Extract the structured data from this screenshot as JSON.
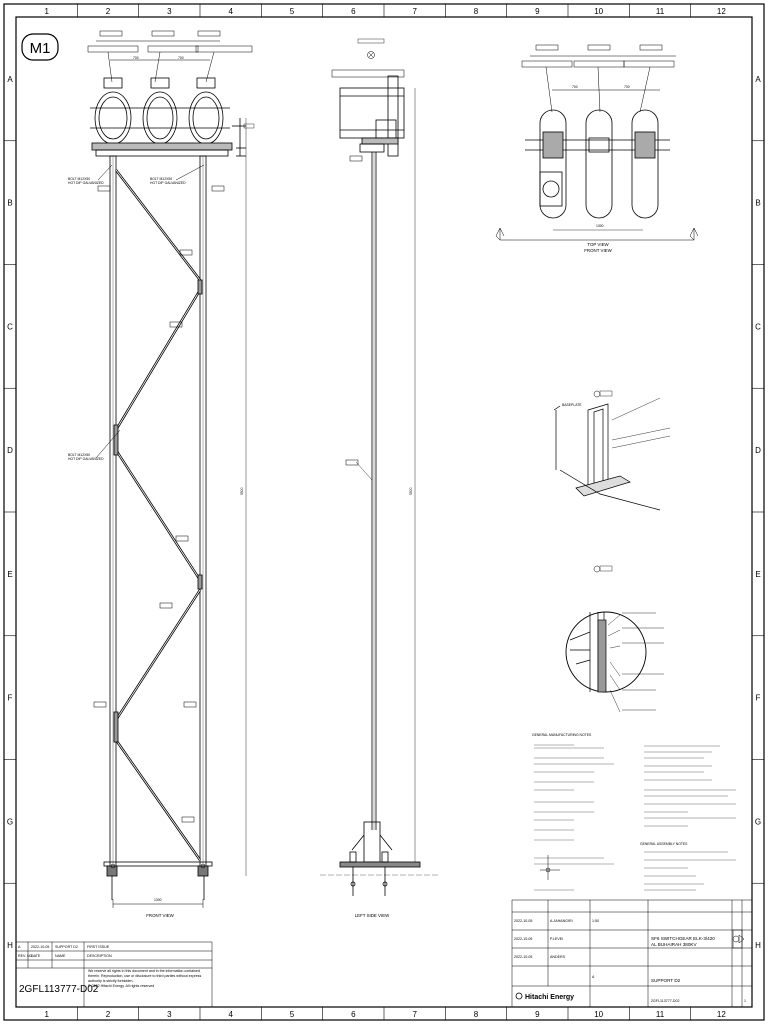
{
  "sheet_id": "M1",
  "frame": {
    "columns": [
      "1",
      "2",
      "3",
      "4",
      "5",
      "6",
      "7",
      "8",
      "9",
      "10",
      "11",
      "12"
    ],
    "rows": [
      "A",
      "B",
      "C",
      "D",
      "E",
      "F",
      "G",
      "H"
    ]
  },
  "views": {
    "front": "FRONT VIEW",
    "left_side": "LEFT SIDE VIEW",
    "top": "TOP VIEW",
    "top_ref": "FRONT VIEW"
  },
  "notes": {
    "bolt_hot_dip_1": "BOLT M12X50",
    "bolt_hot_dip_1b": "HOT DIP GALVANIZED",
    "bolt_hot_dip_2": "BOLT M12X50",
    "bolt_hot_dip_2b": "HOT DIP GALVANIZED",
    "bolt_mid": "BOLT M12X50",
    "bolt_mid_b": "HOT DIP GALVANIZED"
  },
  "legend_title": "GENERAL MANUFACTURING NOTES",
  "legend_title_2": "GENERAL ASSEMBLY NOTES",
  "title_block": {
    "drawing_number": "2GFL113777-D02",
    "rev_rows": [
      {
        "rev": "A",
        "date": "2022-10-05",
        "desc": "SUPPORT D2",
        "note": "FIRST ISSUE"
      }
    ],
    "rev_headers": [
      "REV. NO.",
      "DATE",
      "NAME",
      "DESCRIPTION"
    ],
    "copyright": "We reserve all rights in this document and in the information contained therein. Reproduction, use or disclosure to third parties without express authority is strictly forbidden.",
    "copyright_2": "© 2022 Hitachi Energy. All rights reserved",
    "title_1": "SF6 SWITCHGEAR ELK-3/420",
    "title_2": "AL BUHAIRAH 380KV",
    "title_3": "SUPPORT D2",
    "doc_no": "2GFL113777-D02",
    "company": "Hitachi Energy",
    "dates": [
      "2022-10-05",
      "2022-10-05",
      "2022-10-05"
    ],
    "names": [
      "A.JAHANGIRI",
      "P.LEVEI",
      "ANDERS"
    ],
    "scale": "1:50",
    "rev_label": "A",
    "sheet_no": "1"
  }
}
